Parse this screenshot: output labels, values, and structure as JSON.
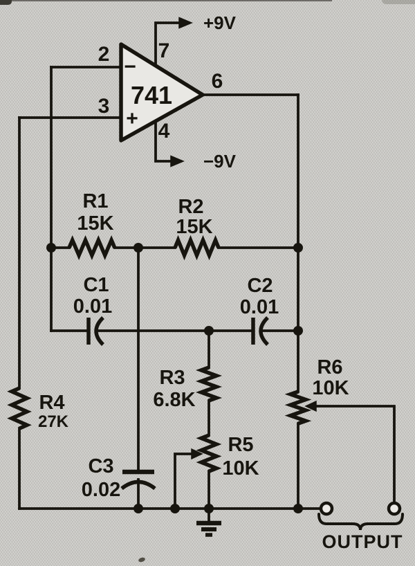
{
  "colors": {
    "paper": "#c9c8c4",
    "ink": "#17150f",
    "opamp_fill": "#e9e8e4",
    "terminal_fill": "#eceae6"
  },
  "opamp": {
    "part": "741",
    "inverting_sign": "−",
    "noninverting_sign": "+",
    "pin_inverting": "2",
    "pin_noninverting": "3",
    "pin_vplus": "7",
    "pin_vminus": "4",
    "pin_output": "6"
  },
  "power": {
    "positive_rail": "+9V",
    "negative_rail": "−9V"
  },
  "components": {
    "r1": {
      "ref": "R1",
      "value": "15K"
    },
    "r2": {
      "ref": "R2",
      "value": "15K"
    },
    "r3": {
      "ref": "R3",
      "value": "6.8K"
    },
    "r4": {
      "ref": "R4",
      "value": "27K"
    },
    "r5": {
      "ref": "R5",
      "value": "10K"
    },
    "r6": {
      "ref": "R6",
      "value": "10K"
    },
    "c1": {
      "ref": "C1",
      "value": "0.01"
    },
    "c2": {
      "ref": "C2",
      "value": "0.01"
    },
    "c3": {
      "ref": "C3",
      "value": "0.02"
    }
  },
  "output": {
    "label": "OUTPUT"
  }
}
